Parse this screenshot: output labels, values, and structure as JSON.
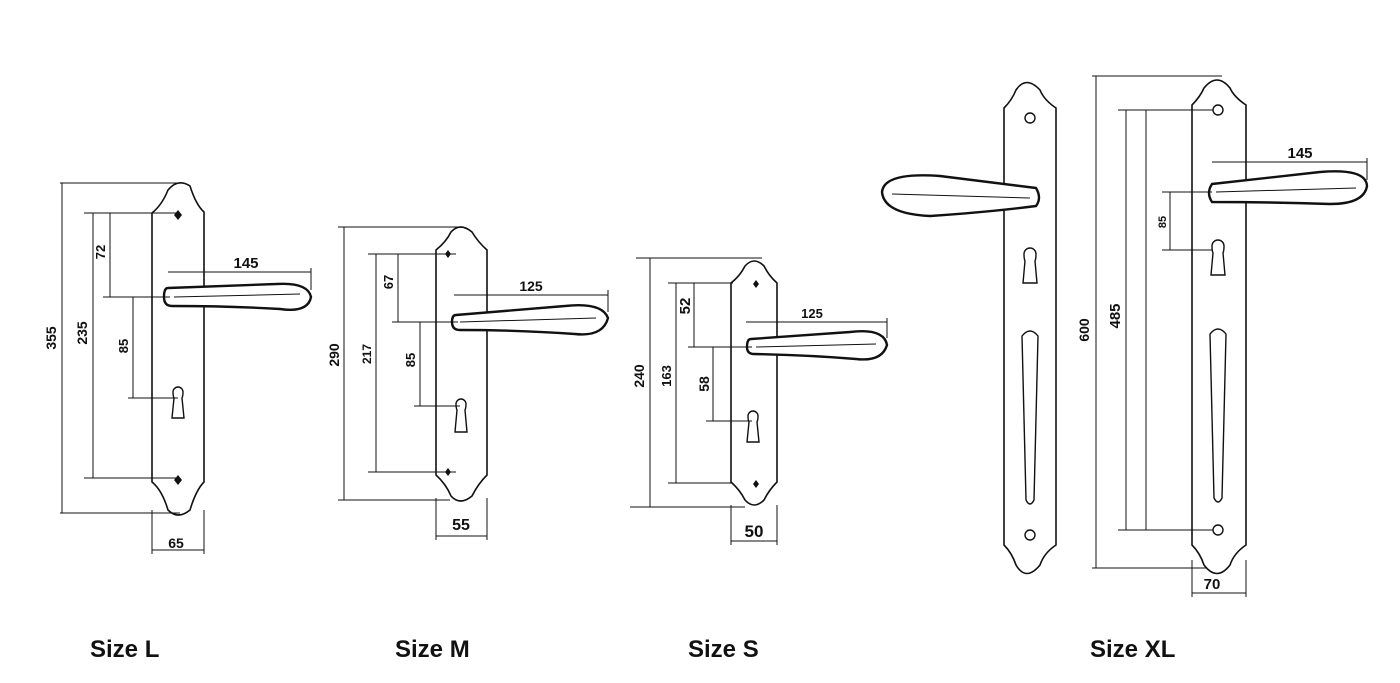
{
  "drawings": [
    {
      "caption": "Size L",
      "dimensions": {
        "total_height": "355",
        "mount_span": "235",
        "top_to_handle": "72",
        "handle_to_key": "85",
        "handle_length": "145",
        "plate_width": "65"
      }
    },
    {
      "caption": "Size M",
      "dimensions": {
        "total_height": "290",
        "mount_span": "217",
        "top_to_handle": "67",
        "handle_to_key": "85",
        "handle_length": "125",
        "plate_width": "55"
      }
    },
    {
      "caption": "Size S",
      "dimensions": {
        "total_height": "240",
        "mount_span": "163",
        "top_to_handle": "52",
        "handle_to_key": "58",
        "handle_length": "125",
        "plate_width": "50"
      }
    },
    {
      "caption": "Size XL",
      "dimensions": {
        "total_height": "600",
        "mount_span": "485",
        "handle_to_key": "85",
        "handle_length": "145",
        "plate_width": "70"
      }
    }
  ],
  "colors": {
    "line": "#111111",
    "background": "#ffffff"
  }
}
